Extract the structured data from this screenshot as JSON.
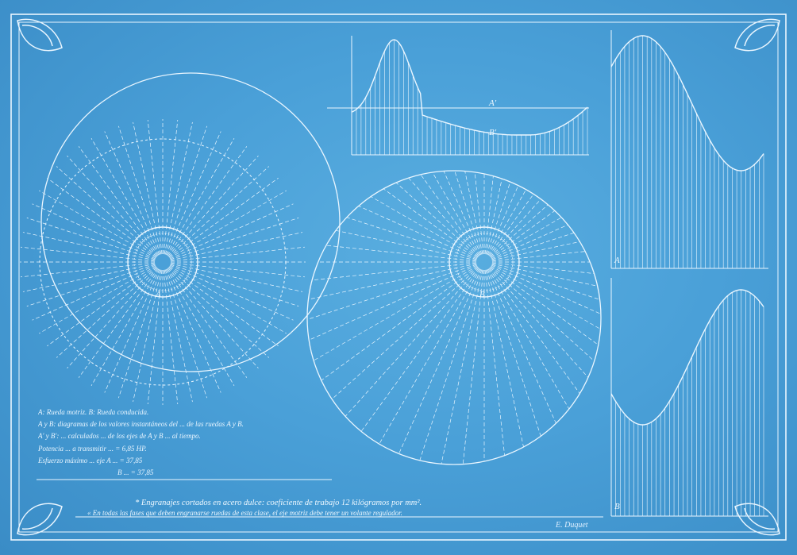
{
  "wheels": {
    "a": {
      "label": "A",
      "teeth": 60
    },
    "b": {
      "label": "B",
      "teeth": 60
    }
  },
  "small_chart": {
    "curve_a_label": "A'",
    "curve_b_label": "B'"
  },
  "right_charts": {
    "top_label": "A",
    "bottom_label": "B"
  },
  "legend_lines": [
    "A: Rueda motriz.        B: Rueda conducida.",
    "A y B: diagramas de los valores instantáneos del ... de las ruedas A y B.",
    "A' y B': ... calculados ... de los ejes de A y B ... al tiempo.",
    "Potencia ... a transmitir ... = 6,85 HP.",
    "Esfuerzo máximo ... eje A ... = 37,85",
    "B ... = 37,85"
  ],
  "caption_line_1": "* Engranajes cortados en acero dulce: coeficiente de trabajo 12 kilógramos por mm².",
  "caption_line_2": "« En todas las fases que deben engranarse ruedas de esta clase, el eje motriz debe tener un volante regulador.",
  "signature": "E. Duquet"
}
